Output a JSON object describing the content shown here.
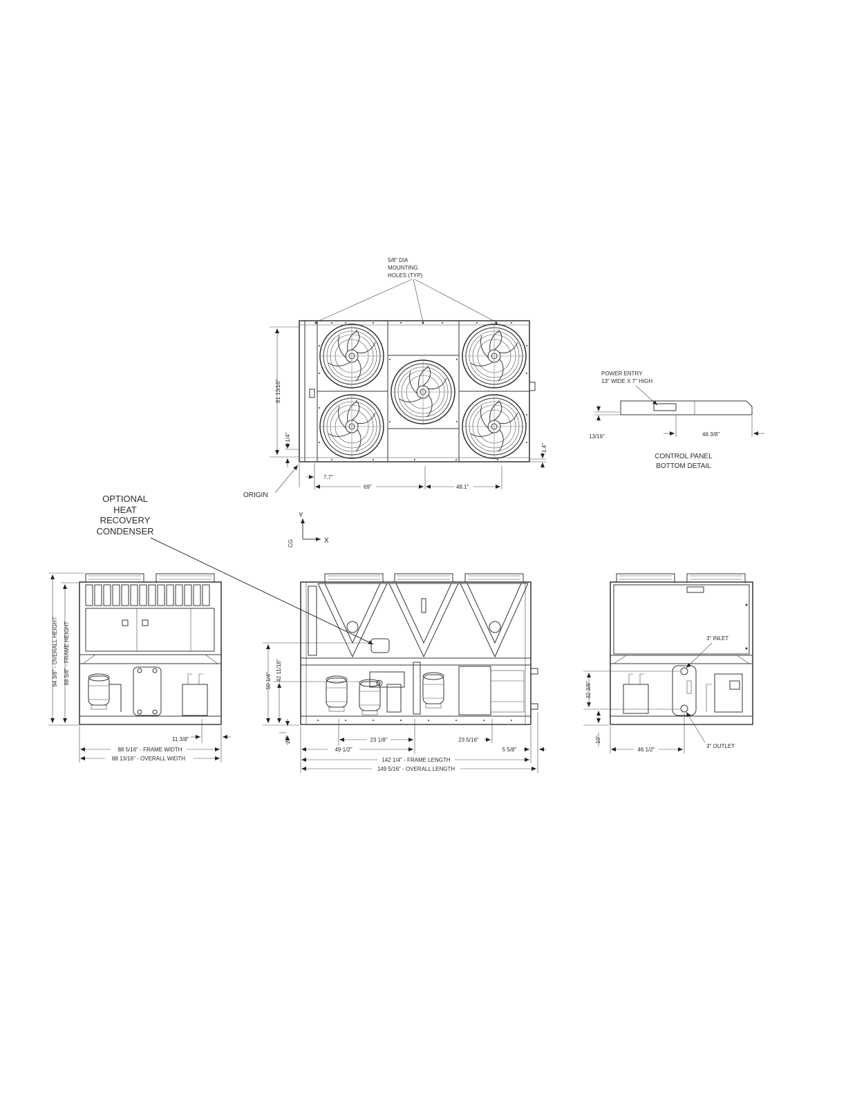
{
  "top_view": {
    "mounting_note": [
      "5/8\" DIA",
      "MOUNTING",
      "HOLES (TYP)"
    ],
    "dims": {
      "height": "81 13/16\"",
      "small_left": "3 1/4\"",
      "small_right": "1.4\"",
      "x1": "7.7\"",
      "x2": "69\"",
      "x3": "48.1\""
    },
    "origin_label": "ORIGIN",
    "axis_y": "Y",
    "axis_x": "X",
    "axis_cg": "CG"
  },
  "control_panel": {
    "power_entry": [
      "POWER ENTRY",
      "13\" WIDE X 7\" HIGH"
    ],
    "dim_left": "13/16\"",
    "dim_right": "46 3/8\"",
    "title": [
      "CONTROL PANEL",
      "BOTTOM DETAIL"
    ]
  },
  "callout": {
    "optional_hrc": [
      "OPTIONAL",
      "HEAT",
      "RECOVERY",
      "CONDENSER"
    ]
  },
  "left_view": {
    "overall_height": "94 3/8\" - OVERALL HEIGHT",
    "frame_height": "88 5/8\" - FRAME HEIGHT",
    "dim_small": "11 3/8\"",
    "frame_width": "88 5/16\" - FRAME WIDTH",
    "overall_width": "88 13/16\" - OVERALL WIDTH"
  },
  "front_view": {
    "h1": "50 1/4\"",
    "h2": "42 11/16\"",
    "h3": "27\"",
    "d1": "23 1/8\"",
    "d2": "23 5/16\"",
    "d3": "49 1/2\"",
    "d4": "5 5/8\"",
    "frame_length": "142 1/4\" - FRAME LENGTH",
    "overall_length": "149 5/16\" - OVERALL LENGTH"
  },
  "right_view": {
    "inlet": "3\" INLET",
    "outlet": "3\" OUTLET",
    "h1": "32 3/8\"",
    "h2": "10\"",
    "d1": "46 1/2\""
  }
}
